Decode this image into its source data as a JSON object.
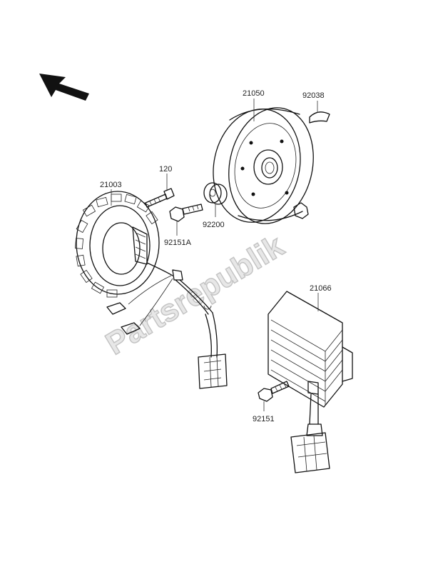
{
  "watermark": "Partsrepublik",
  "parts": [
    {
      "number": "21050"
    },
    {
      "number": "92038"
    },
    {
      "number": "120"
    },
    {
      "number": "21003"
    },
    {
      "number": "92200"
    },
    {
      "number": "92151A"
    },
    {
      "number": "21066"
    },
    {
      "number": "92151"
    }
  ]
}
